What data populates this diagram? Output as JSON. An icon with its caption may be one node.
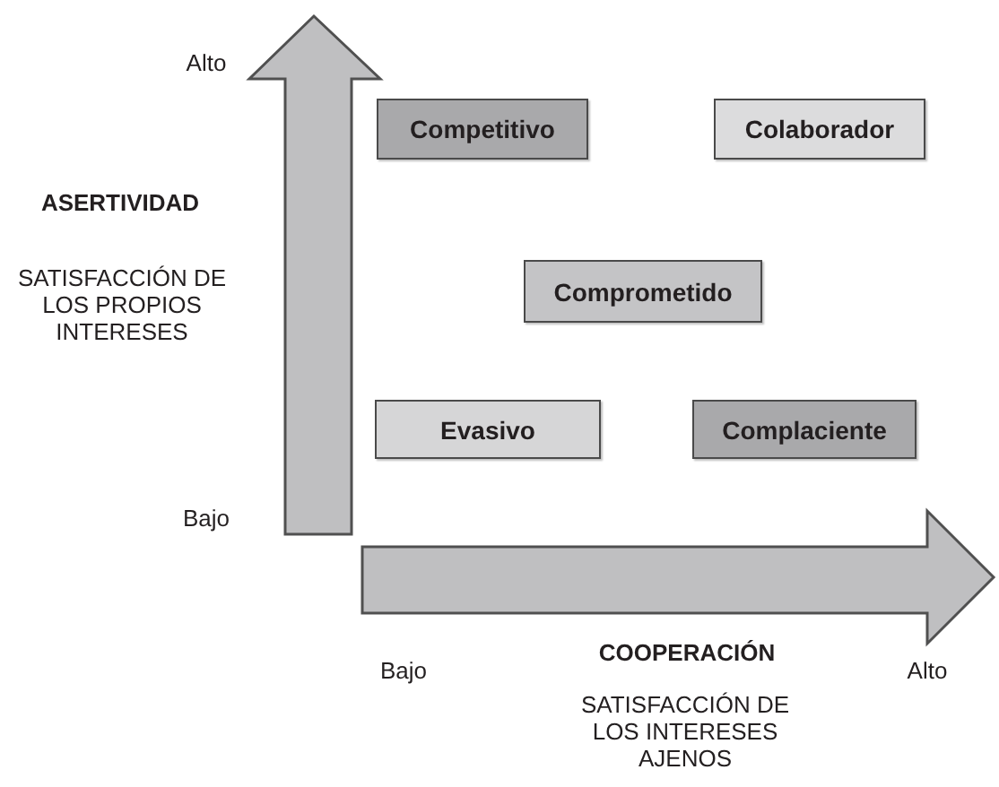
{
  "diagram": {
    "nodes": [
      {
        "text": [
          "Competitivo"
        ]
      },
      {
        "text": [
          "Colaborador"
        ]
      },
      {
        "text": [
          "Comprometido"
        ]
      },
      {
        "text": [
          "Evasivo"
        ]
      },
      {
        "text": [
          "Complaciente"
        ]
      }
    ],
    "labels": [
      "Alto",
      "ASERTIVIDAD",
      "SATISFACCIÓN DE LOS PROPIOS INTERESES",
      "Bajo",
      "COOPERACIÓN",
      "Bajo",
      "Alto",
      "SATISFACCIÓN DE LOS INTERESES AJENOS"
    ]
  }
}
